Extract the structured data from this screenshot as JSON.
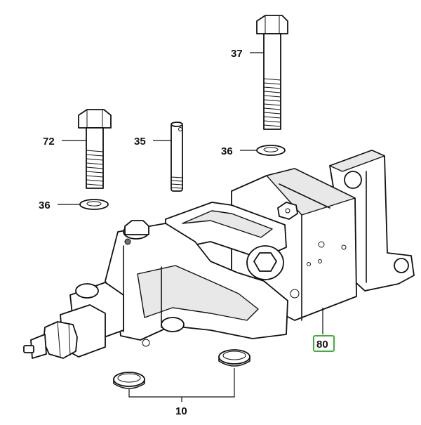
{
  "callouts": {
    "c37": "37",
    "c72": "72",
    "c35": "35",
    "c36a": "36",
    "c36b": "36",
    "c80": "80",
    "c10": "10"
  },
  "colors": {
    "highlight": "#3bb03b",
    "line": "#111111"
  }
}
